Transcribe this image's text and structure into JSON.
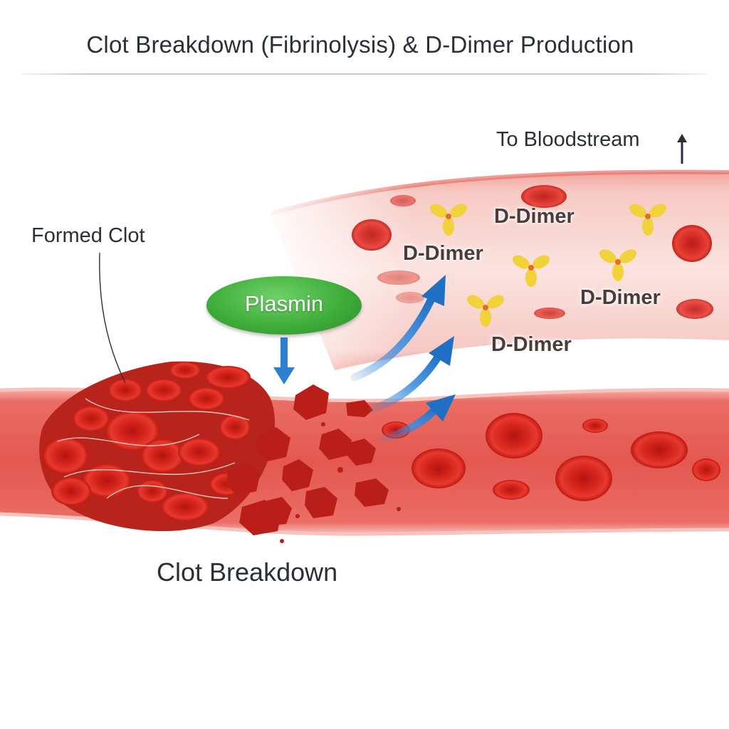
{
  "title": "Clot Breakdown (Fibrinolysis) & D-Dimer Production",
  "labels": {
    "formed_clot": "Formed Clot",
    "clot_breakdown": "Clot Breakdown",
    "to_bloodstream": "To Bloodstream"
  },
  "enzyme": {
    "name": "Plasmin",
    "color": "#3fae3a"
  },
  "products": {
    "d_dimer_labels": [
      "D-Dimer",
      "D-Dimer",
      "D-Dimer",
      "D-Dimer"
    ],
    "d_dimer_color": "#f2d23a"
  },
  "colors": {
    "vessel": "#e35a52",
    "blood_cell": "#d7261e",
    "arrow_blue": "#2f7fd1",
    "text": "#2b2f3a"
  }
}
